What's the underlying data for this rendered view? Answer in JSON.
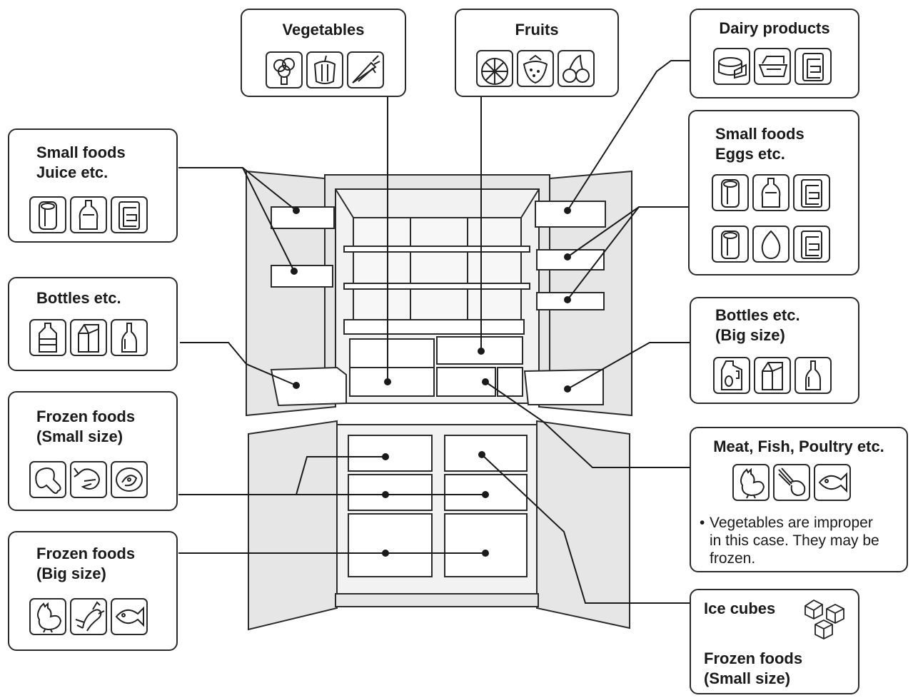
{
  "colors": {
    "line": "#2a2a2a",
    "fridge_fill": "#e6e6e6",
    "fridge_inner": "#f2f2f2",
    "text": "#1a1a1a"
  },
  "labels": {
    "vegetables": {
      "title": "Vegetables",
      "icons": [
        "broccoli-icon",
        "pepper-icon",
        "carrot-icon"
      ]
    },
    "fruits": {
      "title": "Fruits",
      "icons": [
        "citrus-slice-icon",
        "strawberry-icon",
        "cherry-icon"
      ]
    },
    "dairy": {
      "title": "Dairy products",
      "icons": [
        "cheese-icon",
        "butter-icon",
        "jar-icon"
      ]
    },
    "small_juice": {
      "line1": "Small foods",
      "line2": "Juice etc.",
      "icons": [
        "can-icon",
        "sauce-bottle-icon",
        "jar-icon"
      ]
    },
    "small_eggs": {
      "line1": "Small foods",
      "line2": "Eggs etc.",
      "icons_row1": [
        "can-icon",
        "sauce-bottle-icon",
        "jar-icon"
      ],
      "icons_row2": [
        "can-icon",
        "egg-icon",
        "jar-icon"
      ]
    },
    "bottles": {
      "title": "Bottles etc.",
      "icons": [
        "water-bottle-icon",
        "milk-carton-icon",
        "wine-bottle-icon"
      ]
    },
    "bottles_big": {
      "line1": "Bottles etc.",
      "line2": "(Big size)",
      "icons": [
        "jug-icon",
        "milk-carton-icon",
        "wine-bottle-icon"
      ]
    },
    "frozen_small": {
      "line1": "Frozen foods",
      "line2": "(Small size)",
      "icons": [
        "drumstick-icon",
        "shrimp-icon",
        "fish-steak-icon"
      ]
    },
    "frozen_big": {
      "line1": "Frozen foods",
      "line2": "(Big size)",
      "icons": [
        "chicken-icon",
        "lobster-icon",
        "fish-icon"
      ]
    },
    "meat": {
      "title": "Meat, Fish, Poultry etc.",
      "icons": [
        "chicken-icon",
        "drumstick-icon",
        "fish-icon"
      ],
      "note": {
        "bullet": "•",
        "line1": "Vegetables are improper",
        "line2": "in this case. They may be",
        "line3": "frozen."
      }
    },
    "ice": {
      "line1": "Ice cubes",
      "line2": "Frozen foods",
      "line3": "(Small size)",
      "icon": "ice-cubes-icon"
    }
  }
}
